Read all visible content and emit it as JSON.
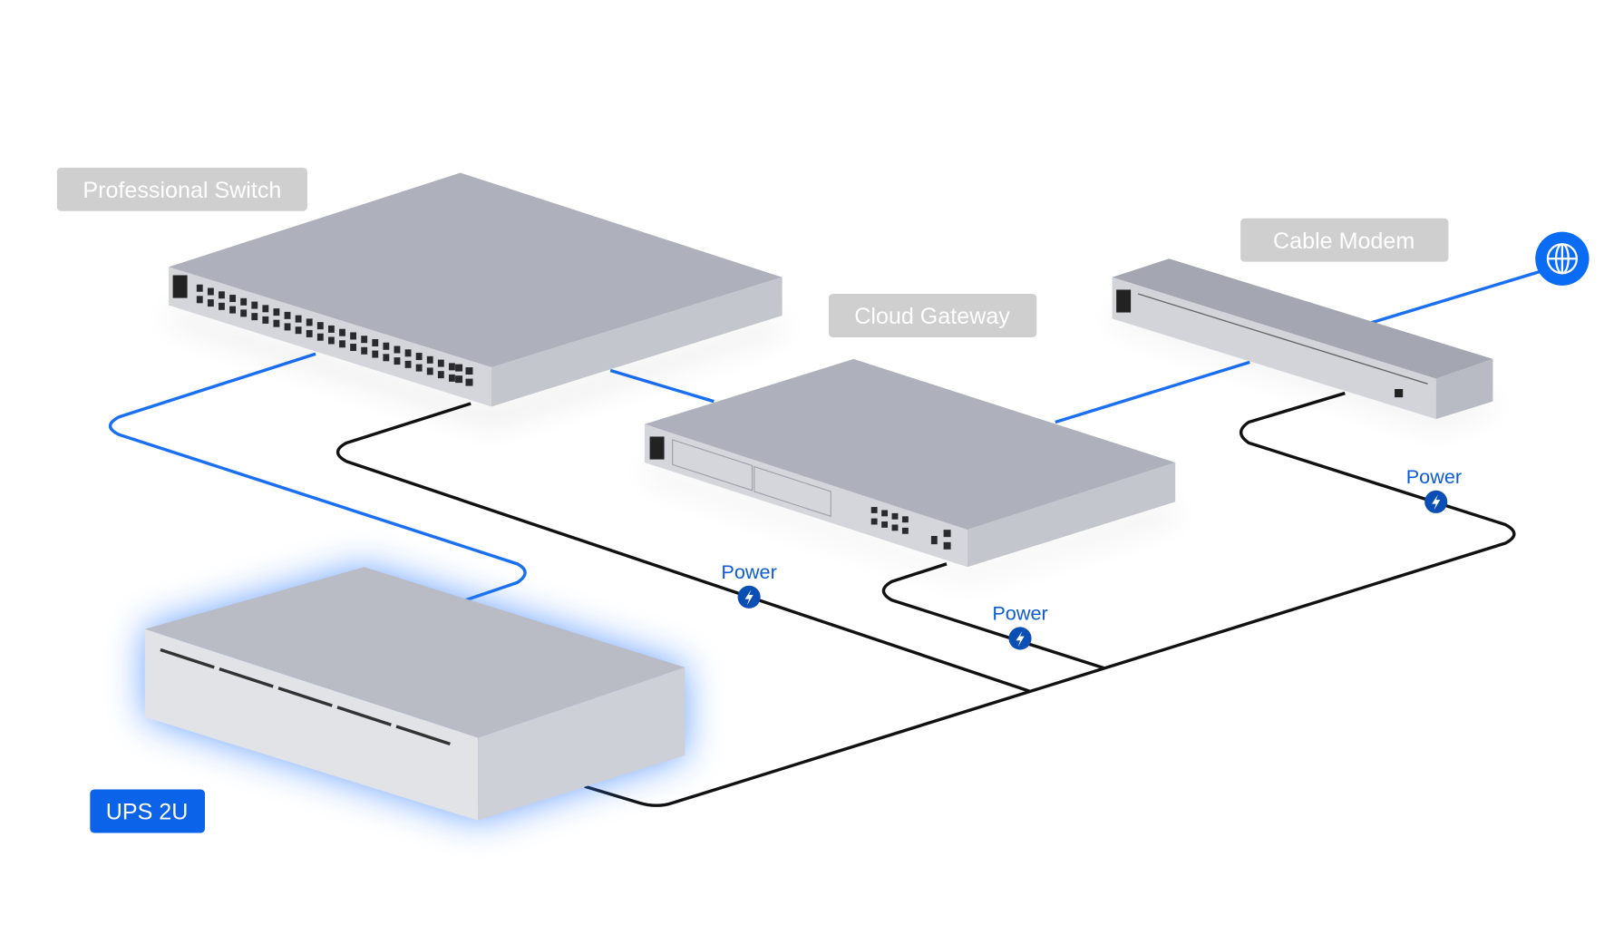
{
  "devices": {
    "switch": {
      "label": "Professional Switch"
    },
    "gateway": {
      "label": "Cloud Gateway"
    },
    "modem": {
      "label": "Cable Modem"
    },
    "ups": {
      "label": "UPS 2U"
    }
  },
  "power_labels": [
    "Power",
    "Power",
    "Power"
  ],
  "icons": {
    "internet": "globe-icon",
    "power": "lightning-bolt-icon"
  },
  "colors": {
    "data_cable": "#1a6ff2",
    "power_cable": "#111111",
    "label_bg": "#cfcfcf",
    "ups_label_bg": "#0a63e8",
    "power_badge": "#0b4fb5",
    "globe": "#0a6cf5"
  }
}
